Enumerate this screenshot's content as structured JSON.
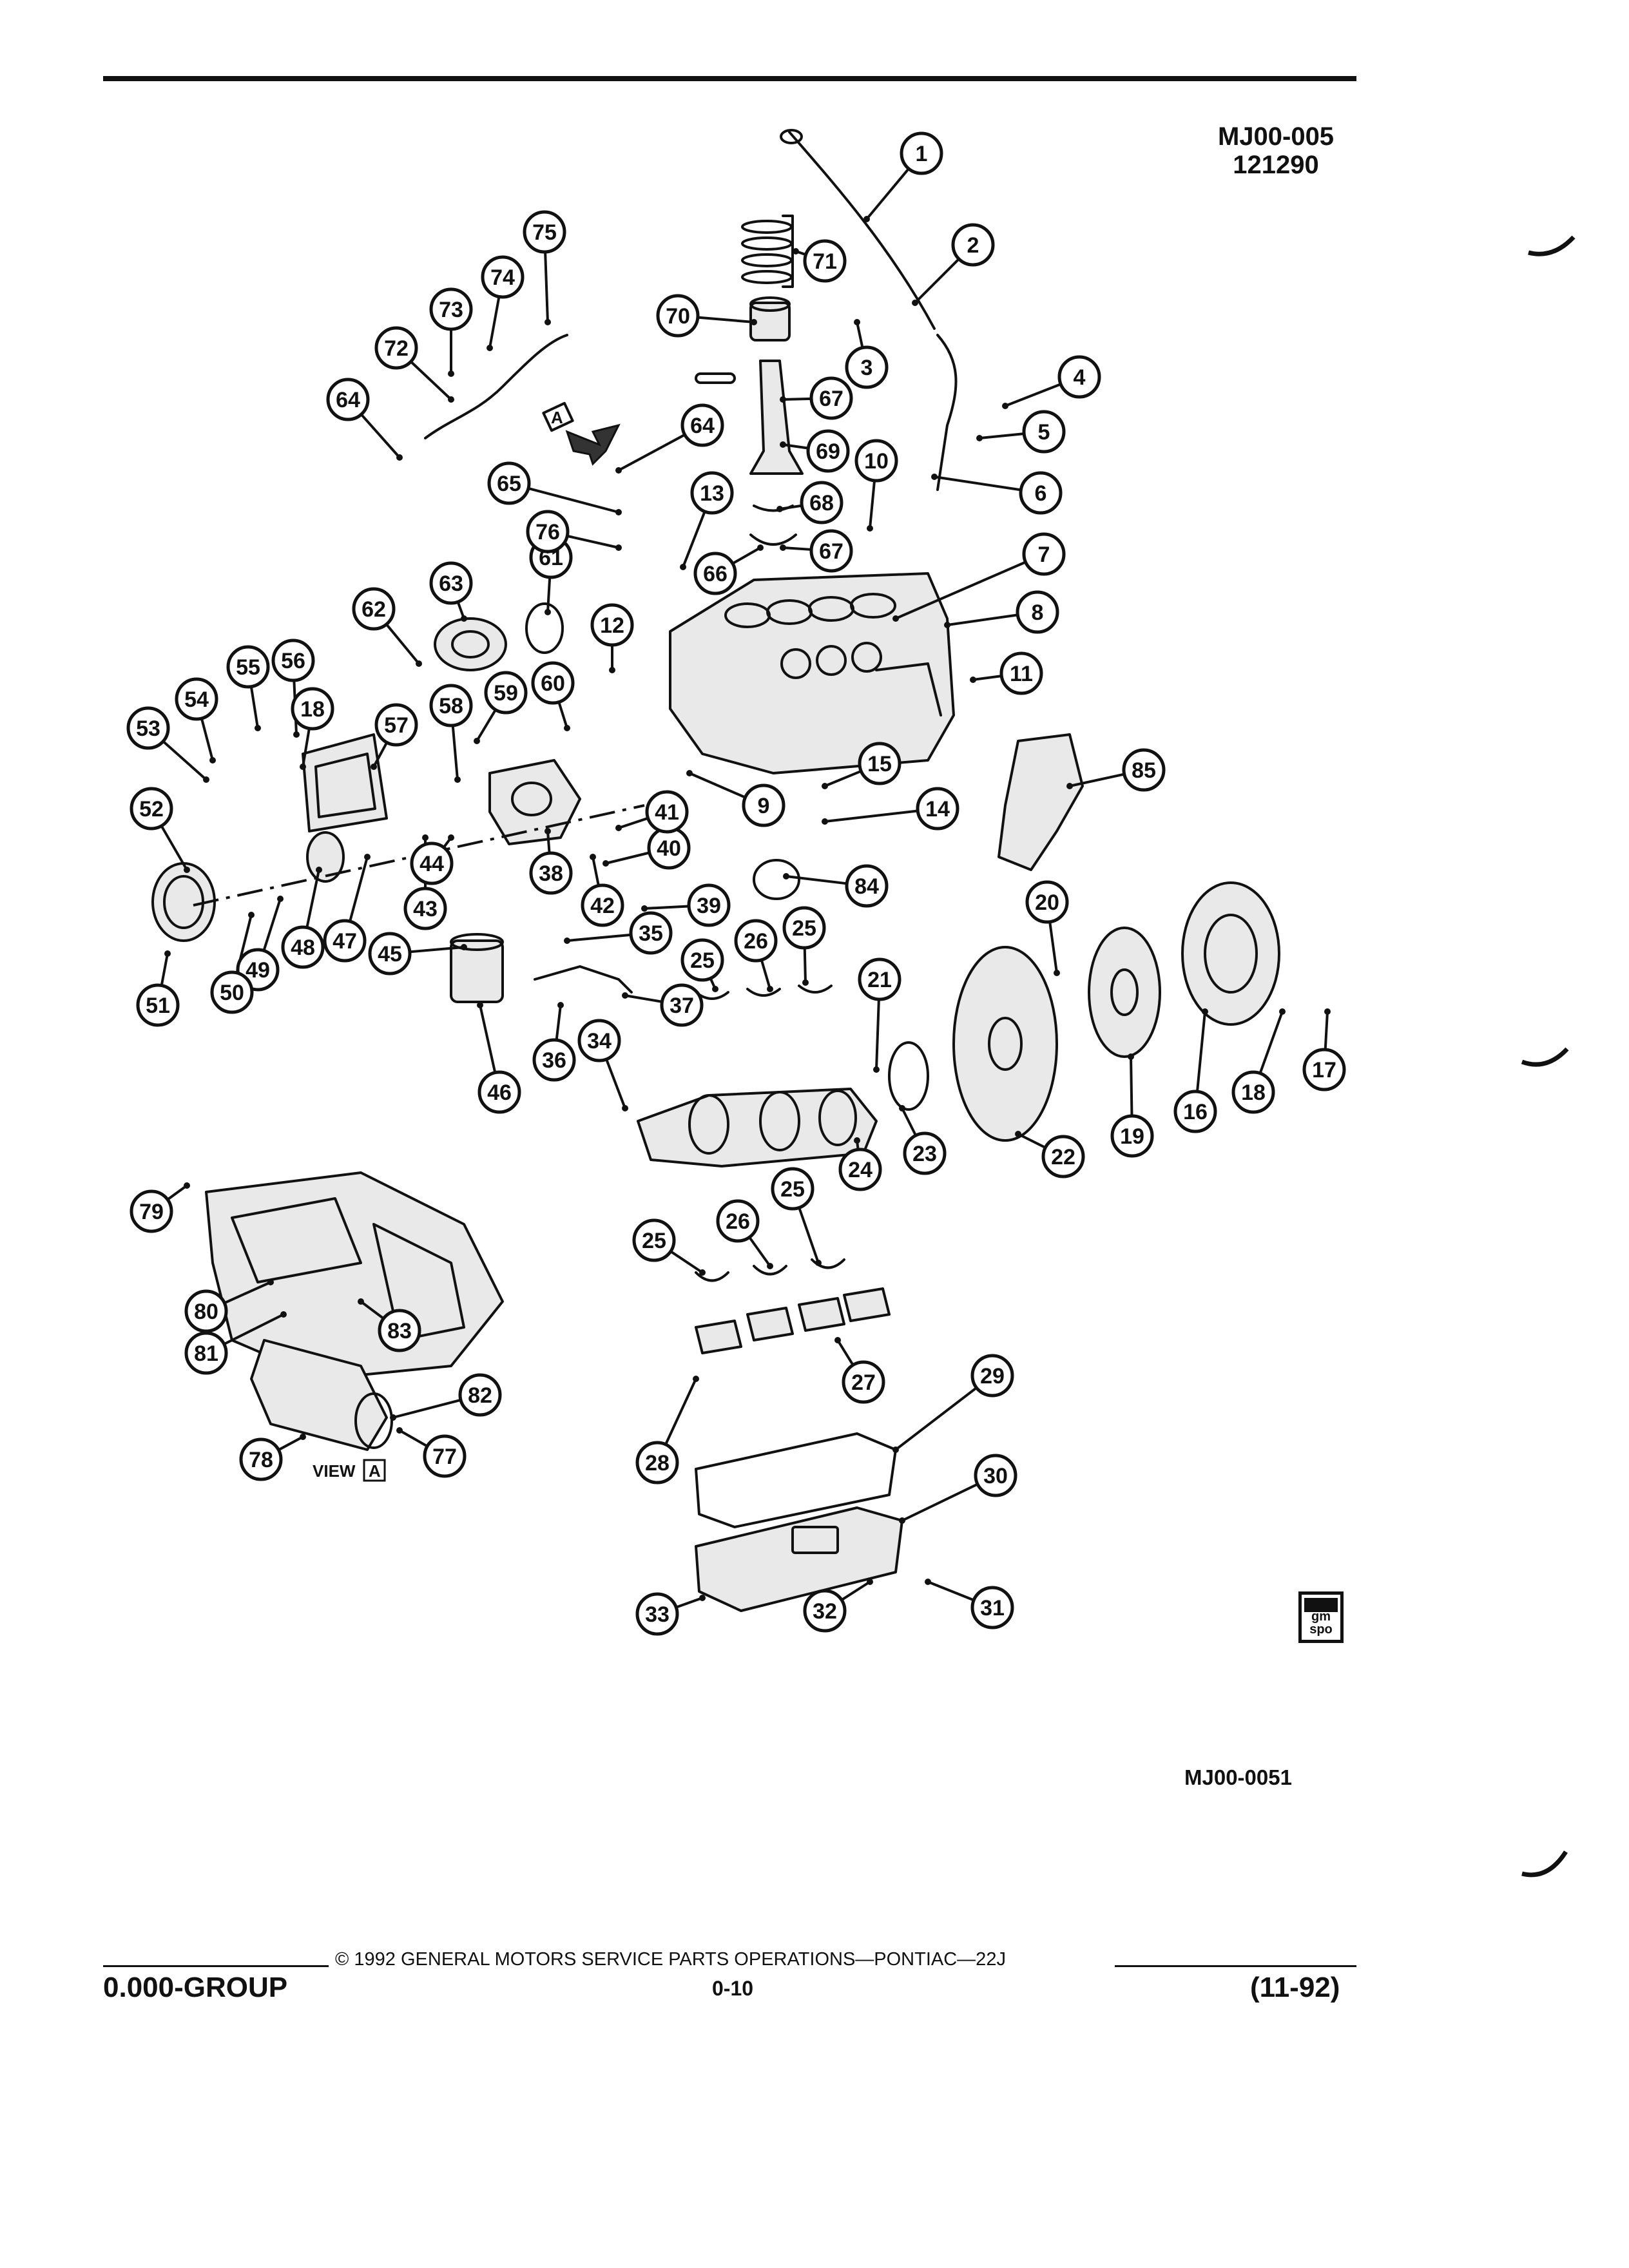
{
  "header": {
    "ref_code": "MJ00-005",
    "ref_date": "121290"
  },
  "figure": {
    "id": "MJ00-0051",
    "view_label": "VIEW",
    "view_letter": "A",
    "arrow_letter": "A"
  },
  "footer": {
    "copyright": "© 1992 GENERAL MOTORS SERVICE PARTS OPERATIONS—PONTIAC—22J",
    "group": "0.000-GROUP",
    "page": "0-10",
    "date": "(11-92)"
  },
  "logo": {
    "text": "gm spo"
  },
  "callouts": [
    "1",
    "2",
    "3",
    "4",
    "5",
    "6",
    "7",
    "8",
    "9",
    "10",
    "11",
    "12",
    "13",
    "14",
    "15",
    "16",
    "17",
    "18",
    "18",
    "19",
    "20",
    "21",
    "22",
    "23",
    "24",
    "25",
    "25",
    "25",
    "25",
    "26",
    "26",
    "27",
    "28",
    "29",
    "30",
    "31",
    "32",
    "33",
    "34",
    "35",
    "36",
    "37",
    "38",
    "39",
    "40",
    "41",
    "42",
    "43",
    "44",
    "45",
    "46",
    "47",
    "48",
    "49",
    "50",
    "51",
    "52",
    "53",
    "54",
    "55",
    "56",
    "57",
    "58",
    "59",
    "60",
    "61",
    "62",
    "63",
    "64",
    "64",
    "65",
    "66",
    "67",
    "67",
    "68",
    "69",
    "70",
    "71",
    "72",
    "73",
    "74",
    "75",
    "76",
    "77",
    "78",
    "79",
    "80",
    "81",
    "82",
    "83",
    "84",
    "85"
  ]
}
